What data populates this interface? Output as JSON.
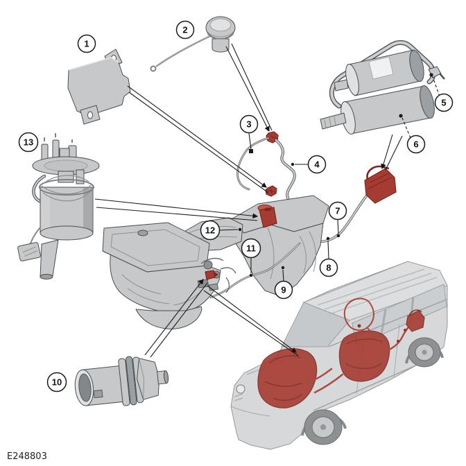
{
  "figure": {
    "code": "E248803"
  },
  "callouts": [
    {
      "number": "1"
    },
    {
      "number": "2"
    },
    {
      "number": "3"
    },
    {
      "number": "4"
    },
    {
      "number": "5"
    },
    {
      "number": "6"
    },
    {
      "number": "7"
    },
    {
      "number": "8"
    },
    {
      "number": "9"
    },
    {
      "number": "10"
    },
    {
      "number": "11"
    },
    {
      "number": "12"
    },
    {
      "number": "13"
    }
  ],
  "colors": {
    "background": "#ffffff",
    "line": "#1a1a1a",
    "outline": "#4a4d4f",
    "part_gray": "#c6c8ca",
    "part_gray_light": "#dfe1e2",
    "part_gray_dark": "#9aa0a3",
    "highlight_red": "#a63b31",
    "highlight_red_dark": "#7c2720",
    "highlight_red_light": "#c4564a",
    "vehicle_gray": "#d6d8d9"
  }
}
